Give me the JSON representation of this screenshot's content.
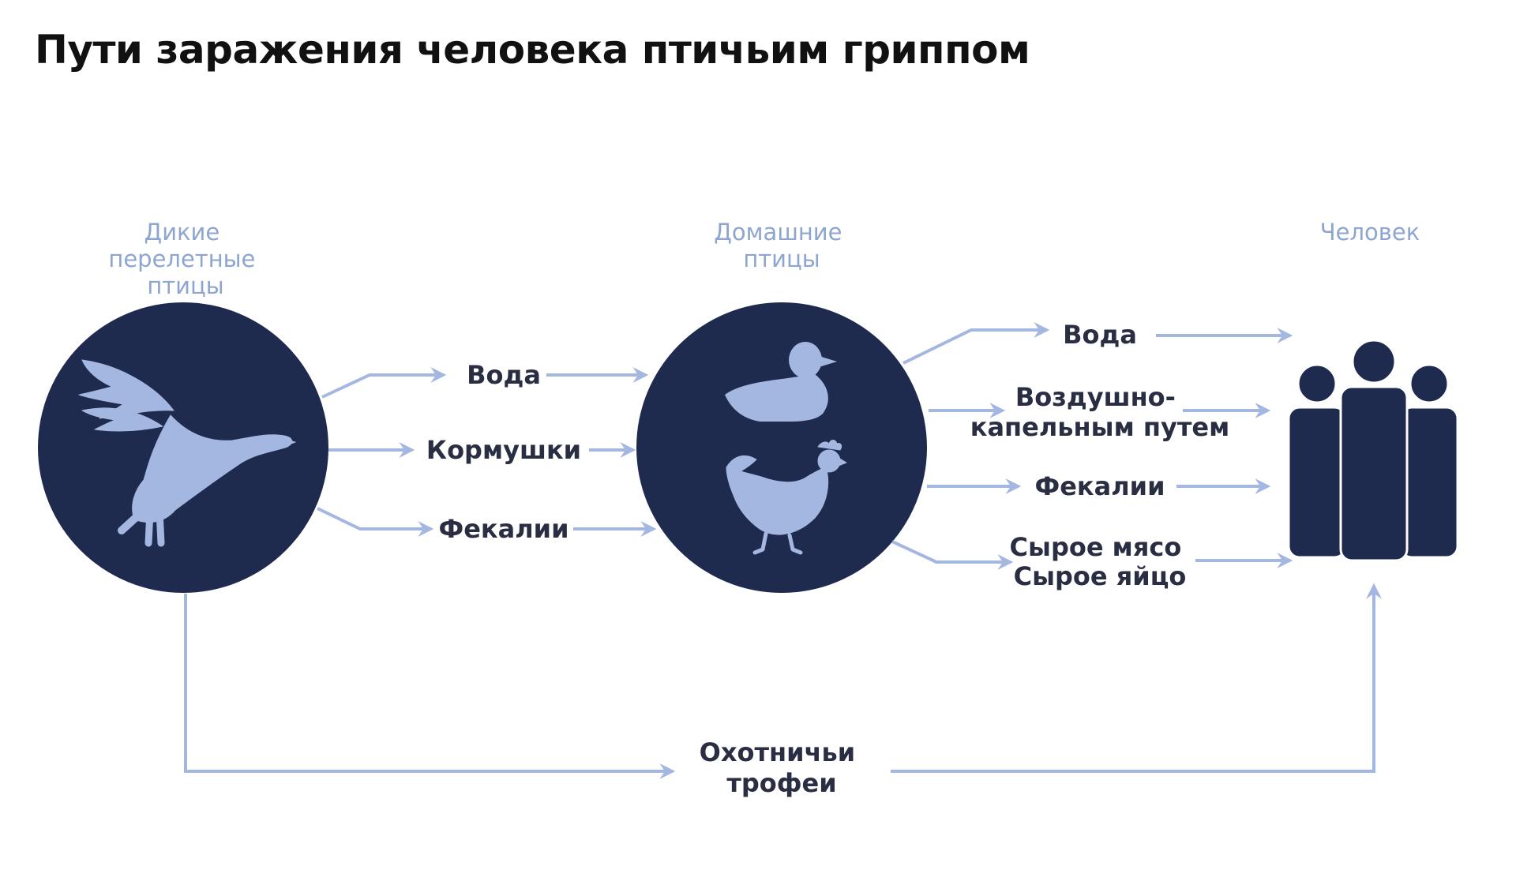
{
  "title": "Пути заражения человека птичьим гриппом",
  "colors": {
    "circle": "#1f2a4f",
    "silhouette": "#a3b7e1",
    "arrow": "#a3b7e1",
    "node_label": "#8ea6cf",
    "route_label": "#2a2e42"
  },
  "nodes": {
    "wild_birds": {
      "label": [
        "Дикие",
        "перелетные",
        "птицы"
      ],
      "icon": "flying-goose-icon"
    },
    "poultry": {
      "label": [
        "Домашние",
        "птицы"
      ],
      "icons": [
        "duck-icon",
        "chicken-icon"
      ]
    },
    "human": {
      "label": [
        "Человек"
      ],
      "icon": "people-group-icon"
    }
  },
  "routes_wild_to_poultry": [
    {
      "lines": [
        "Вода"
      ]
    },
    {
      "lines": [
        "Кормушки"
      ]
    },
    {
      "lines": [
        "Фекалии"
      ]
    }
  ],
  "routes_poultry_to_human": [
    {
      "lines": [
        "Вода"
      ]
    },
    {
      "lines": [
        "Воздушно-",
        "капельным путем"
      ]
    },
    {
      "lines": [
        "Фекалии"
      ]
    },
    {
      "lines": [
        "Сырое мясо",
        "Сырое яйцо"
      ]
    }
  ],
  "route_wild_to_human": {
    "lines": [
      "Охотничьи",
      "трофеи"
    ]
  }
}
